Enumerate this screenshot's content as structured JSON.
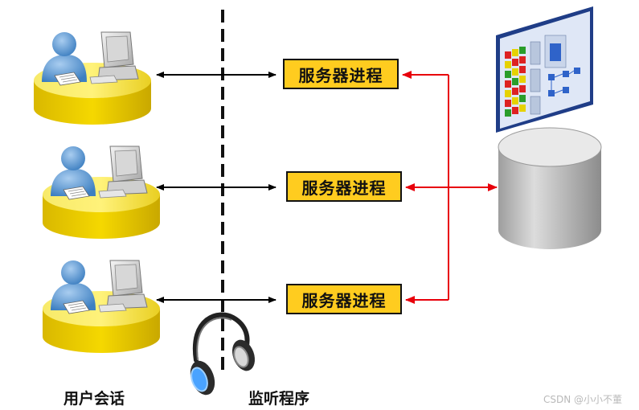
{
  "server_processes": [
    {
      "label": "服务器进程"
    },
    {
      "label": "服务器进程"
    },
    {
      "label": "服务器进程"
    }
  ],
  "captions": {
    "user_sessions": "用户会话",
    "listener": "监听程序"
  },
  "watermark": "CSDN @小小不董",
  "colors": {
    "box_fill": "#ffcc1f",
    "red_arrow": "#e8000b",
    "black_arrow": "#000000",
    "disk_gray": "#c8c8c8",
    "user_blue": "#5c9ad6",
    "desk_yellow": "#f2de3a"
  },
  "icons": [
    "user-workstation-icon",
    "server-dashboard-icon",
    "database-disk-icon",
    "headphones-icon"
  ]
}
